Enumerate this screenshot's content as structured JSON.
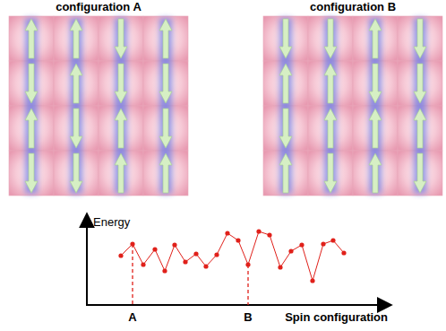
{
  "diagram": {
    "nodes": [
      {
        "text": [
          "configuration A"
        ]
      },
      {
        "text": [
          "configuration B"
        ]
      }
    ],
    "labels": [
      "Energy",
      "A",
      "B",
      "Spin configuration"
    ]
  }
}
